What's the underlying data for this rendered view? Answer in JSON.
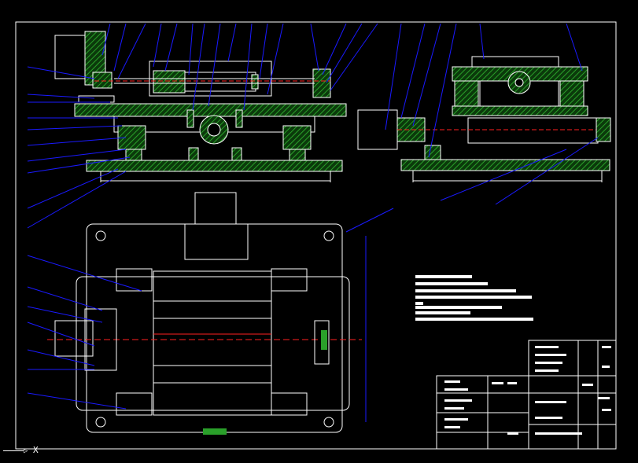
{
  "drawing": {
    "type": "mechanical-assembly-drawing",
    "views": [
      "front-section-view",
      "side-section-view",
      "plan-view"
    ],
    "colors": {
      "background": "#000000",
      "outline": "#ffffff",
      "hatch": "#2aa02a",
      "leader": "#1a1aff",
      "centerline": "#ff2020",
      "frame": "#ffffff"
    }
  },
  "ucs_icon": {
    "x_label": "X"
  }
}
